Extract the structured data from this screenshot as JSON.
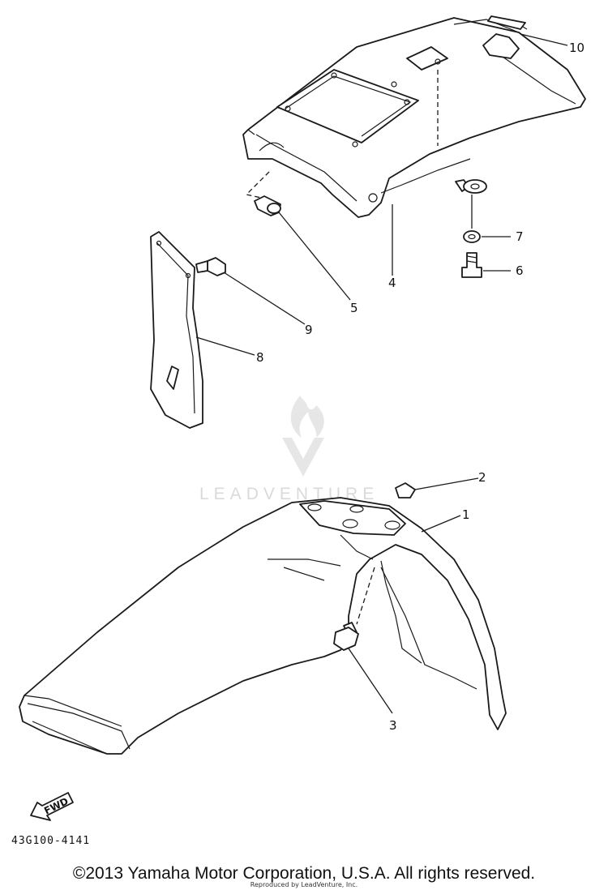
{
  "callouts": [
    {
      "id": "1",
      "text": "1"
    },
    {
      "id": "2",
      "text": "2"
    },
    {
      "id": "3",
      "text": "3"
    },
    {
      "id": "4",
      "text": "4"
    },
    {
      "id": "5",
      "text": "5"
    },
    {
      "id": "6",
      "text": "6"
    },
    {
      "id": "7",
      "text": "7"
    },
    {
      "id": "8",
      "text": "8"
    },
    {
      "id": "9",
      "text": "9"
    },
    {
      "id": "10",
      "text": "10"
    }
  ],
  "direction_arrow": "FWD",
  "drawing_code": "43G100-4141",
  "watermark": "LEADVENTURE",
  "copyright": "©2013 Yamaha Motor Corporation, U.S.A. All rights reserved.",
  "reproduced_by": "Reproduced by LeadVenture, Inc.",
  "colors": {
    "line": "#1a1a1a",
    "background": "#ffffff",
    "watermark": "#d6d6d6"
  }
}
